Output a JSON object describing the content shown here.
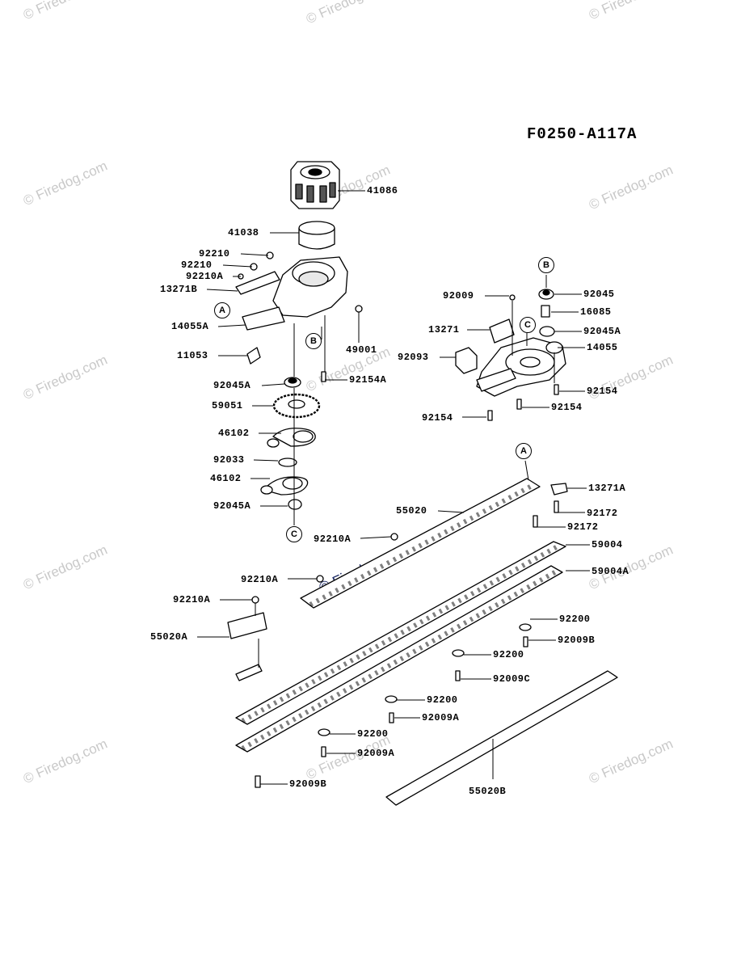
{
  "diagram_code": "F0250-A117A",
  "watermark_text": "© Firedog.com",
  "callouts": {
    "a": "A",
    "b": "B",
    "c": "C"
  },
  "parts": {
    "p41086": "41086",
    "p41038": "41038",
    "p92210_1": "92210",
    "p92210_2": "92210",
    "p92210A_1": "92210A",
    "p13271B": "13271B",
    "p14055A": "14055A",
    "p11053": "11053",
    "p49001": "49001",
    "p92045A_1": "92045A",
    "p92154A": "92154A",
    "p59051": "59051",
    "p46102_1": "46102",
    "p92033": "92033",
    "p46102_2": "46102",
    "p92045A_2": "92045A",
    "p92009": "92009",
    "p92045": "92045",
    "p16085": "16085",
    "p13271": "13271",
    "p92045A_3": "92045A",
    "p14055": "14055",
    "p92093": "92093",
    "p92154_1": "92154",
    "p92154_2": "92154",
    "p92154_3": "92154",
    "p13271A": "13271A",
    "p55020": "55020",
    "p92172_1": "92172",
    "p92172_2": "92172",
    "p92210A_2": "92210A",
    "p59004": "59004",
    "p92210A_3": "92210A",
    "p59004A": "59004A",
    "p92210A_4": "92210A",
    "p92200_1": "92200",
    "p55020A": "55020A",
    "p92009B_1": "92009B",
    "p92200_2": "92200",
    "p92009C": "92009C",
    "p92200_3": "92200",
    "p92009A_1": "92009A",
    "p92200_4": "92200",
    "p92009A_2": "92009A",
    "p92009B_2": "92009B",
    "p55020B": "55020B"
  }
}
